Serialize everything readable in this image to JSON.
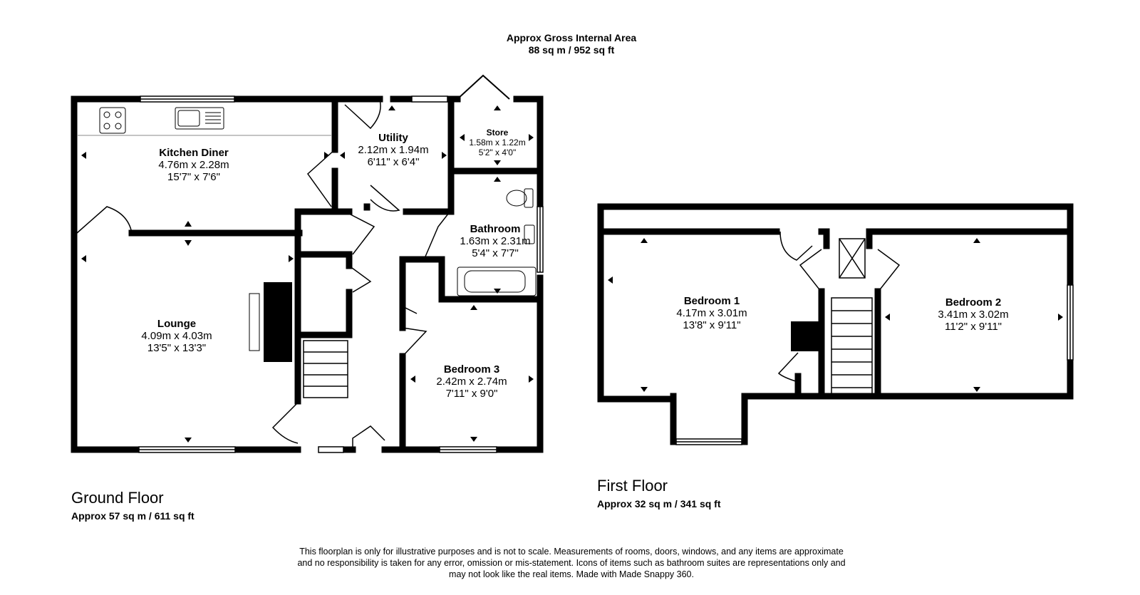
{
  "header": {
    "gia_label": "Approx Gross Internal Area",
    "gia_value": "88 sq m / 952 sq ft"
  },
  "ground_floor": {
    "title": "Ground Floor",
    "area": "Approx 57 sq m / 611 sq ft",
    "rooms": [
      {
        "name": "Kitchen Diner",
        "metric": "4.76m x 2.28m",
        "imperial": "15'7\" x 7'6\""
      },
      {
        "name": "Utility",
        "metric": "2.12m x 1.94m",
        "imperial": "6'11\" x 6'4\""
      },
      {
        "name": "Store",
        "metric": "1.58m x 1.22m",
        "imperial": "5'2\" x 4'0\""
      },
      {
        "name": "Bathroom",
        "metric": "1.63m x 2.31m",
        "imperial": "5'4\" x 7'7\""
      },
      {
        "name": "Lounge",
        "metric": "4.09m x 4.03m",
        "imperial": "13'5\" x 13'3\""
      },
      {
        "name": "Bedroom 3",
        "metric": "2.42m x 2.74m",
        "imperial": "7'11\" x 9'0\""
      }
    ]
  },
  "first_floor": {
    "title": "First Floor",
    "area": "Approx 32 sq m / 341 sq ft",
    "rooms": [
      {
        "name": "Bedroom 1",
        "metric": "4.17m x 3.01m",
        "imperial": "13'8\" x 9'11\""
      },
      {
        "name": "Bedroom 2",
        "metric": "3.41m x 3.02m",
        "imperial": "11'2\" x 9'11\""
      }
    ]
  },
  "footer": {
    "disclaimer_1": "This floorplan is only for illustrative purposes and is not to scale. Measurements of rooms, doors, windows, and any items are approximate",
    "disclaimer_2": "and no responsibility is taken for any error, omission or mis-statement. Icons of items such as bathroom suites are representations only and",
    "disclaimer_3": "may not look like the real items. Made with Made Snappy 360."
  },
  "colors": {
    "wall": "#000000",
    "window": "#ffffff",
    "background": "#ffffff"
  }
}
